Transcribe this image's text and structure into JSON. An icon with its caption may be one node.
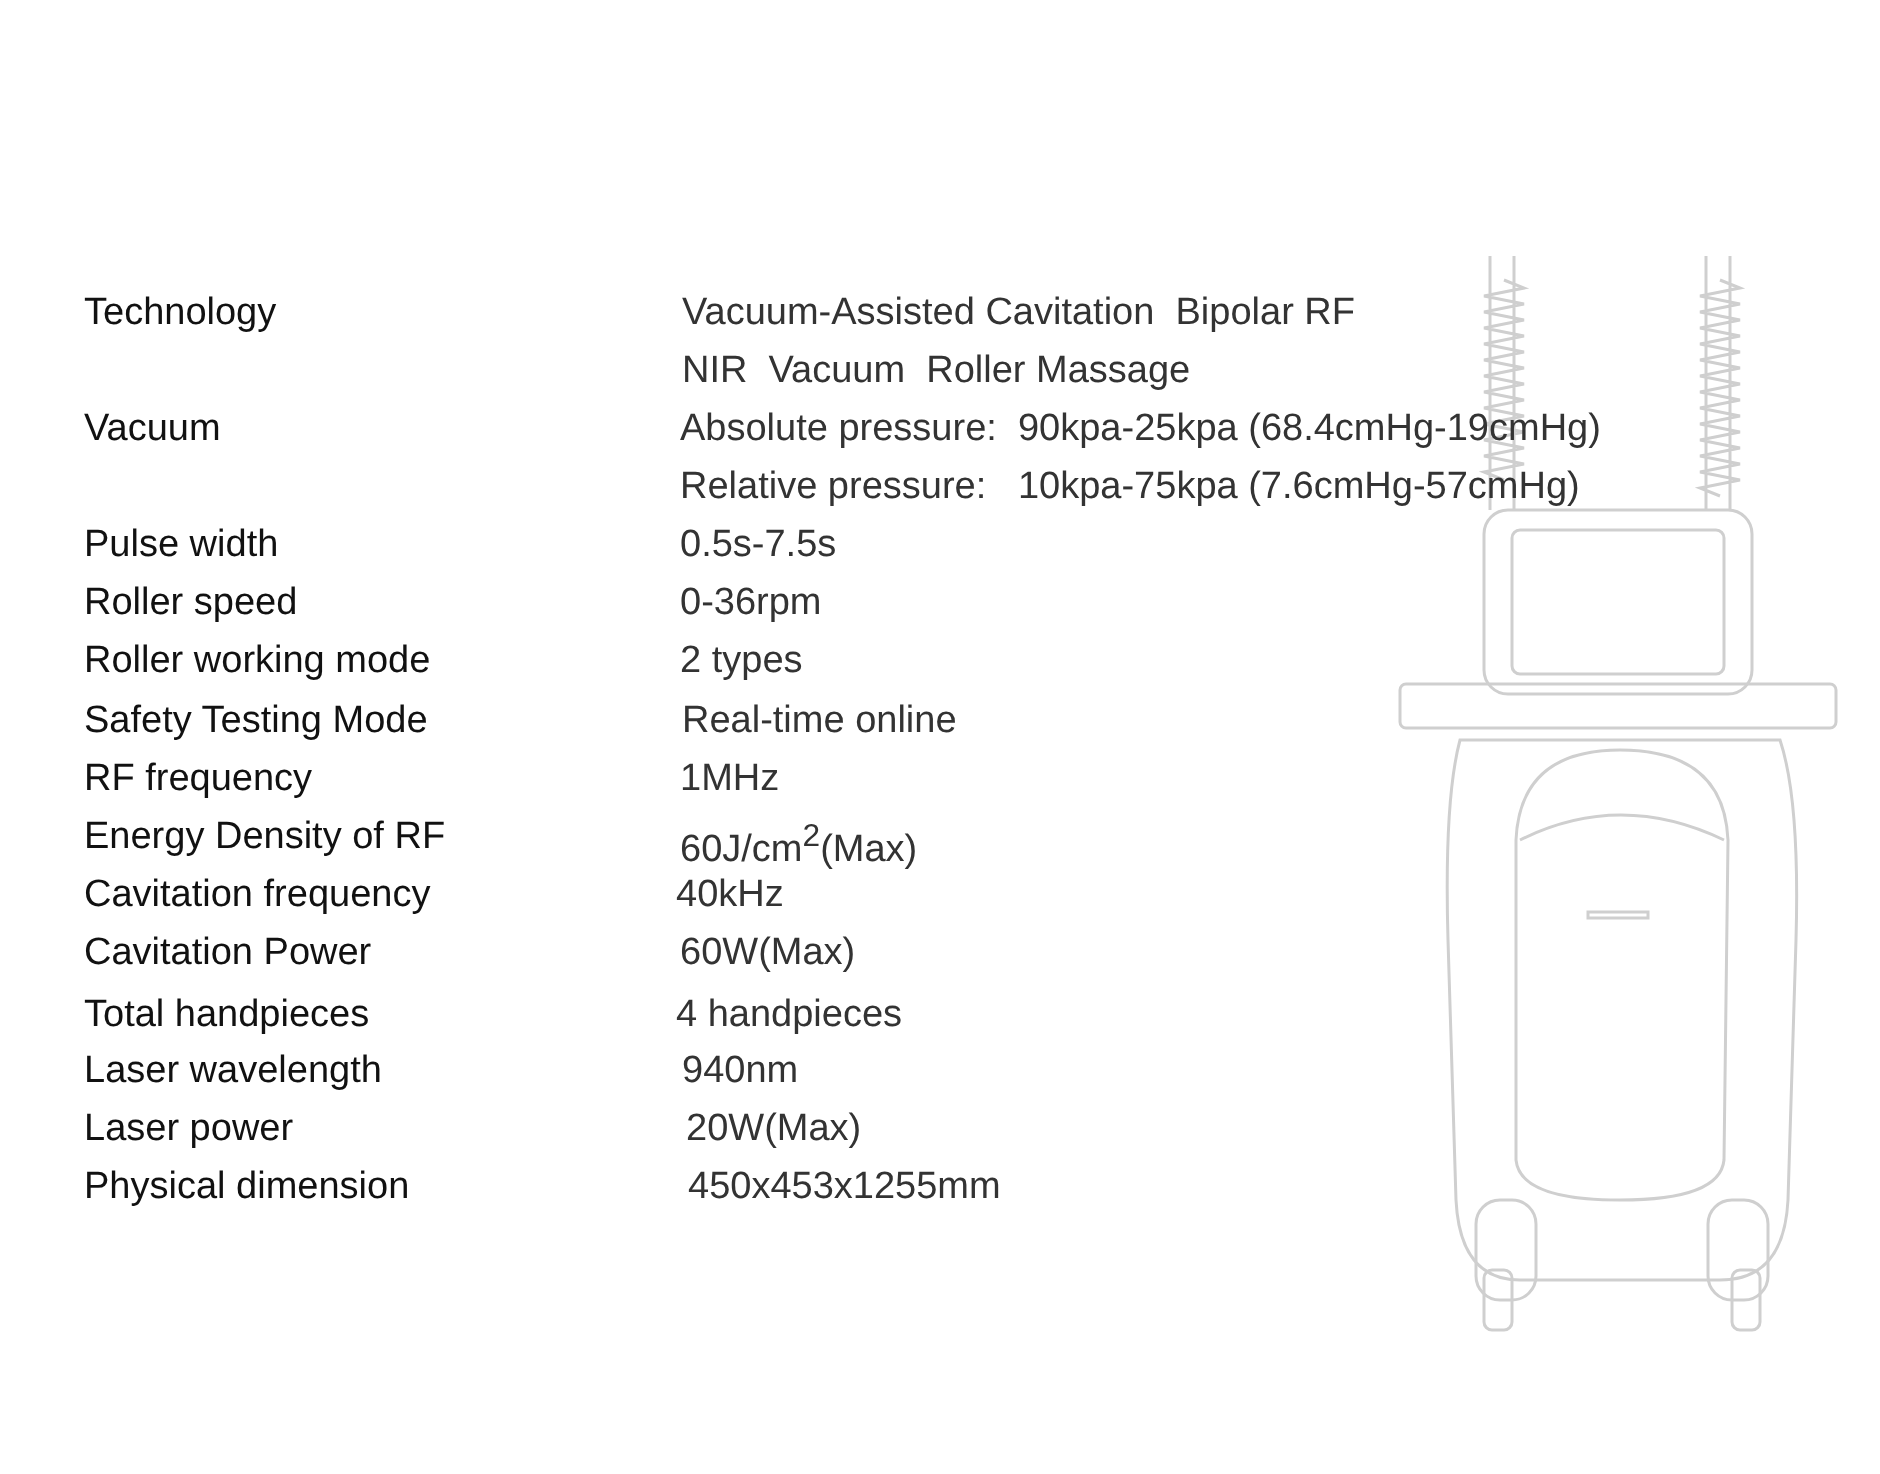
{
  "diagram": {
    "labels": [
      "Technology",
      "Vacuum-Assisted Cavitation  Bipolar RF",
      "NIR  Vacuum  Roller Massage",
      "Vacuum",
      "Absolute pressure:  90kpa-25kpa (68.4cmHg-19cmHg)",
      "Relative pressure:   10kpa-75kpa (7.6cmHg-57cmHg)",
      "Pulse width",
      "0.5s-7.5s",
      "Roller speed",
      "0-36rpm",
      "Roller working mode",
      "2 types",
      "Safety Testing Mode",
      "Real-time online",
      "RF frequency",
      "1MHz",
      "Energy Density of RF",
      "60J/cm$^{2}$(Max)",
      "Cavitation frequency",
      "40kHz",
      "Cavitation Power",
      "60W(Max)",
      "Total handpieces",
      "4 handpieces",
      "Laser wavelength",
      "940nm",
      "Laser power",
      "20W(Max)",
      "Physical dimension",
      "450x453x1255mm"
    ]
  }
}
